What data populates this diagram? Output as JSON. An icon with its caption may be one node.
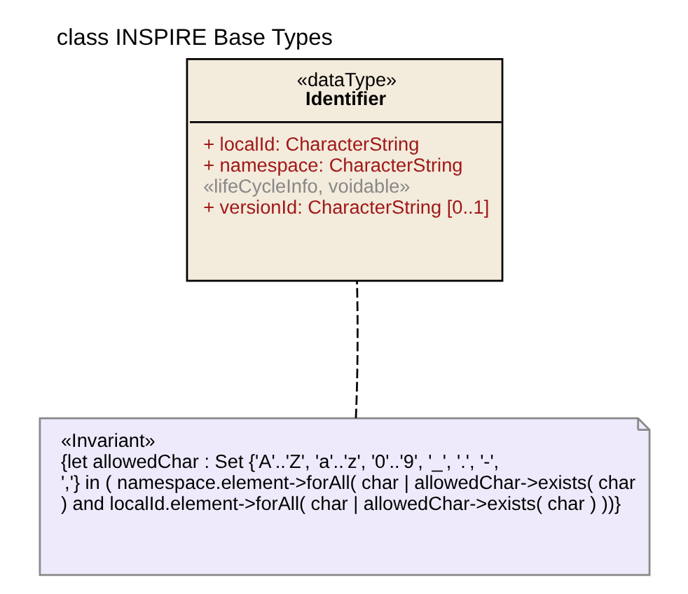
{
  "diagram": {
    "title": "class INSPIRE Base Types",
    "nodes": [
      {
        "text": [
          "«dataType»",
          "Identifier",
          "+ localId: CharacterString",
          "+ namespace: CharacterString",
          "«lifeCycleInfo, voidable»",
          "+ versionId: CharacterString [0..1]"
        ]
      },
      {
        "text": [
          "«Invariant»",
          "{let allowedChar : Set {'A'..'Z', 'a'..'z', '0'..'9', '_', '.', '-', ','} in ( namespace.element->forAll( char | allowedChar->exists( char ) and localId.element->forAll( char | allowedChar->exists( char ) ))}"
        ]
      }
    ],
    "edges": [
      {
        "from": 1,
        "to": 0,
        "arrow": "none",
        "style": "dashed"
      }
    ]
  }
}
